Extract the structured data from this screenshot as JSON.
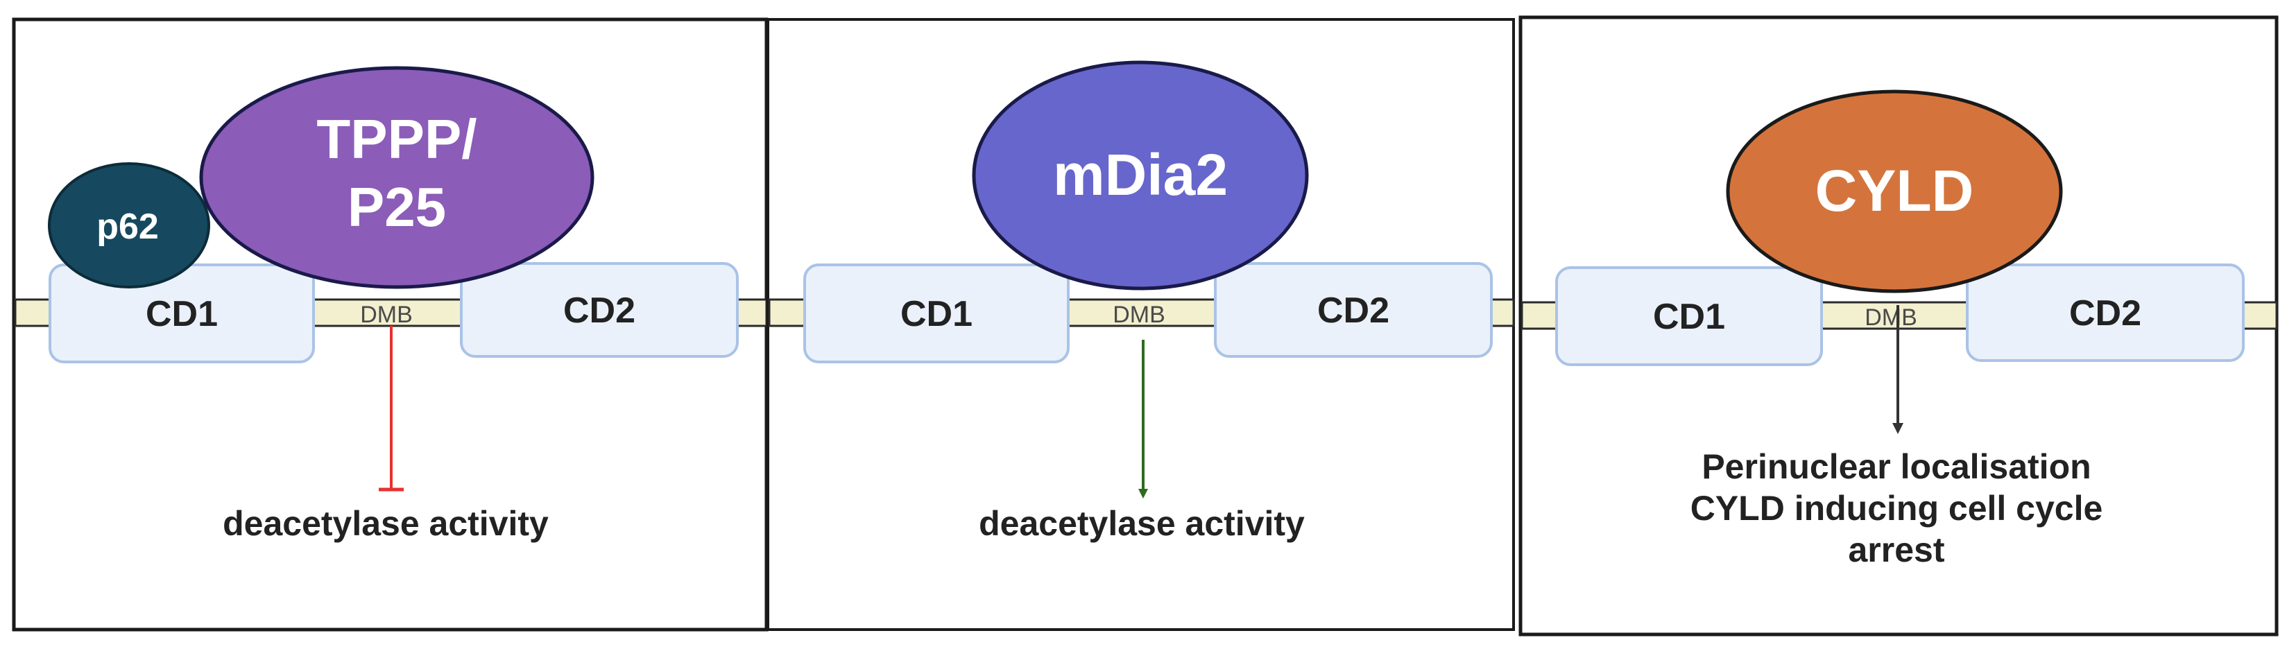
{
  "panels": [
    {
      "domains": {
        "left": "CD1",
        "middle": "DMB",
        "right": "CD2"
      },
      "proteins": {
        "main": [
          "TPPP/",
          "P25"
        ],
        "secondary": "p62"
      },
      "effect": {
        "type": "inhibition",
        "text": [
          "deacetylase activity"
        ]
      }
    },
    {
      "domains": {
        "left": "CD1",
        "middle": "DMB",
        "right": "CD2"
      },
      "proteins": {
        "main": [
          "mDia2"
        ]
      },
      "effect": {
        "type": "activation",
        "text": [
          "deacetylase activity"
        ]
      }
    },
    {
      "domains": {
        "left": "CD1",
        "middle": "DMB",
        "right": "CD2"
      },
      "proteins": {
        "main": [
          "CYLD"
        ]
      },
      "effect": {
        "type": "arrow",
        "text": [
          "Perinuclear localisation",
          "CYLD inducing cell cycle",
          "arrest"
        ]
      }
    }
  ],
  "colors": {
    "tppp": "#8b5cb8",
    "p62": "#16495f",
    "mdia2": "#6766cc",
    "cyld": "#d4743c",
    "domain_fill": "#eaf1fb",
    "domain_stroke": "#aac3e6",
    "band_fill": "#f2f0cf",
    "inhibit": "#e8312f",
    "activate": "#2e6b1f",
    "arrow": "#333333"
  }
}
